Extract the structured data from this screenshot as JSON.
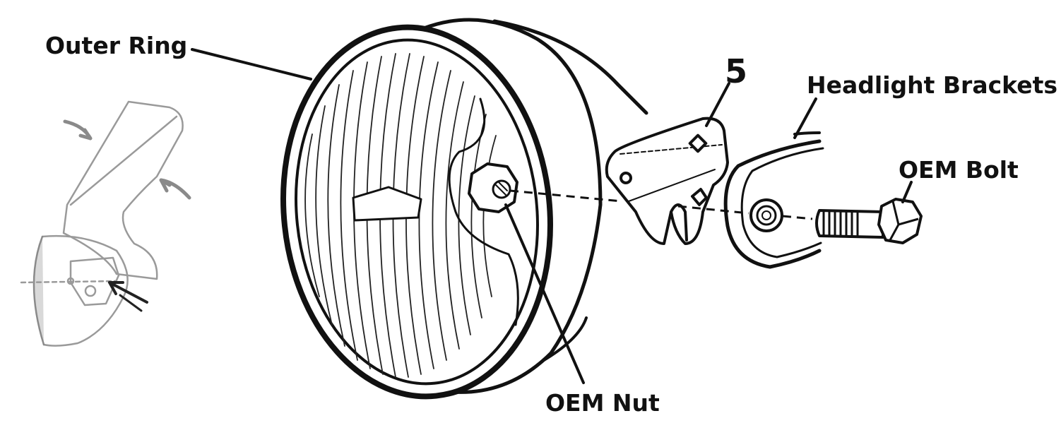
{
  "labels": {
    "outer_ring": "Outer Ring",
    "step_number": "5",
    "headlight_brackets": "Headlight Brackets",
    "oem_bolt": "OEM Bolt",
    "oem_nut": "OEM Nut"
  },
  "colors": {
    "ink": "#111111",
    "inset_ink": "#9a9a9a",
    "background": "#ffffff"
  }
}
